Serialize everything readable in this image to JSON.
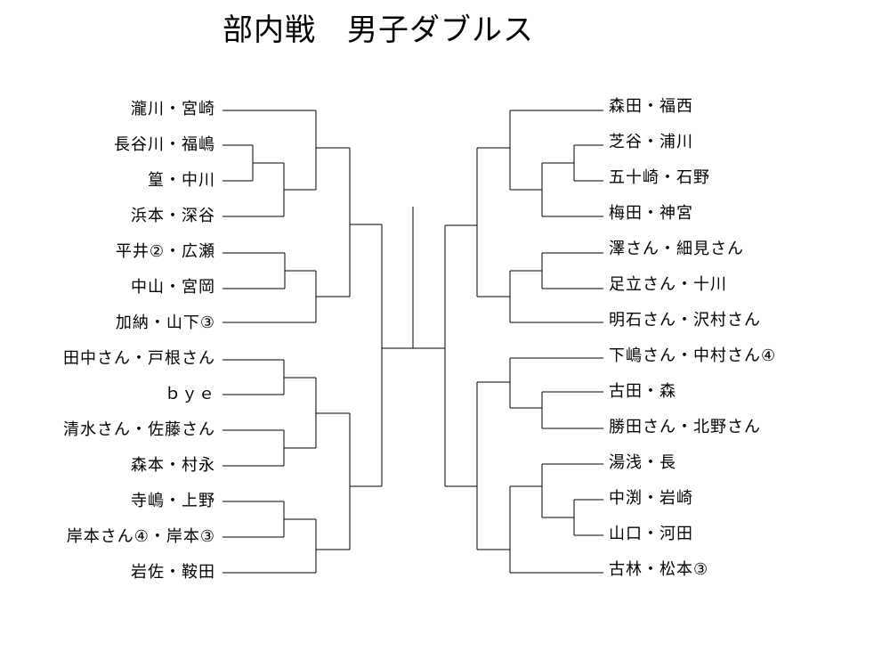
{
  "title": "部内戦　男子ダブルス",
  "left_entries": [
    "瀧川・宮崎",
    "長谷川・福嶋",
    "篁・中川",
    "浜本・深谷",
    "平井②・広瀬",
    "中山・宮岡",
    "加納・山下③",
    "田中さん・戸根さん",
    "ｂｙｅ",
    "清水さん・佐藤さん",
    "森本・村永",
    "寺嶋・上野",
    "岸本さん④・岸本③",
    "岩佐・鞍田"
  ],
  "right_entries": [
    "森田・福西",
    "芝谷・浦川",
    "五十崎・石野",
    "梅田・神宮",
    "澤さん・細見さん",
    "足立さん・十川",
    "明石さん・沢村さん",
    "下嶋さん・中村さん④",
    "古田・森",
    "勝田さん・北野さん",
    "湯浅・長",
    "中渕・岩崎",
    "山口・河田",
    "古林・松本③"
  ]
}
